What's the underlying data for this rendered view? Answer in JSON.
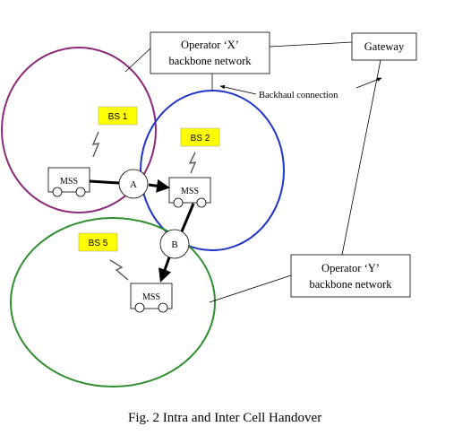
{
  "diagram": {
    "caption": "Fig. 2  Intra and Inter Cell Handover",
    "operator_x": {
      "line1": "Operator ‘X’",
      "line2": "backbone network"
    },
    "operator_y": {
      "line1": "Operator ‘Y’",
      "line2": "backbone network"
    },
    "gateway": "Gateway",
    "backhaul_label": "Backhaul connection",
    "base_stations": [
      "BS 1",
      "BS 2",
      "BS 5"
    ],
    "mss_label": "MSS",
    "handover_points": [
      "A",
      "B"
    ],
    "colors": {
      "cell_bs1": "#8b2a7a",
      "cell_bs2": "#1f35c8",
      "cell_bs5": "#2f8f2f",
      "bs_label_fill": "#ffff00"
    }
  }
}
